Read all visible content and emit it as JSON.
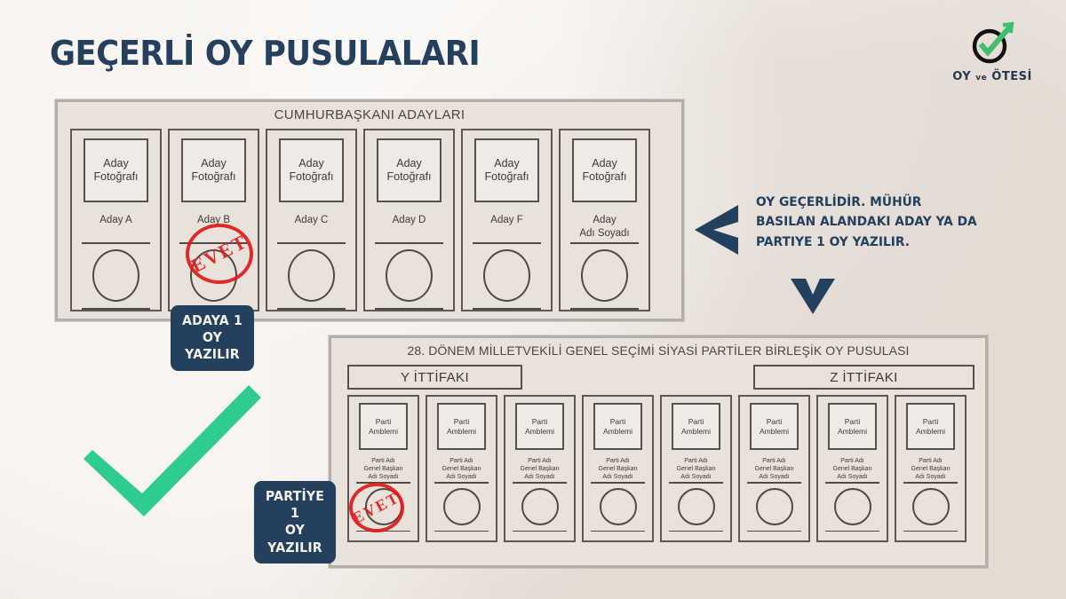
{
  "page": {
    "title": "GEÇERLİ OY PUSULALARI",
    "background_color": "#EFE8E1",
    "accent_navy": "#24405F",
    "accent_green": "#2ECC8F",
    "stamp_red": "#E01B1B"
  },
  "logo": {
    "name": "oy-ve-otesi-logo",
    "word1": "OY",
    "word2": "ve",
    "word3": "ÖTESİ",
    "check_color": "#3FBF6F",
    "ring_color": "#111111"
  },
  "presidential_ballot": {
    "title": "CUMHURBAŞKANI ADAYLARI",
    "emblem_label_line1": "Aday",
    "emblem_label_line2": "Fotoğrafı",
    "candidates": [
      {
        "name": "Aday A",
        "stamped": false
      },
      {
        "name": "Aday B",
        "stamped": true
      },
      {
        "name": "Aday C",
        "stamped": false
      },
      {
        "name": "Aday D",
        "stamped": false
      },
      {
        "name": "Aday F",
        "stamped": false
      },
      {
        "name": "Aday\nAdı Soyadı",
        "stamped": false
      }
    ]
  },
  "parliament_ballot": {
    "title": "28. DÖNEM MİLLETVEKİLİ GENEL SEÇİMİ SİYASİ PARTİLER BİRLEŞİK OY PUSULASI",
    "alliances": [
      {
        "label": "Y İTTİFAKI"
      },
      {
        "label": "Z İTTİFAKI"
      }
    ],
    "emblem_label_line1": "Parti",
    "emblem_label_line2": "Amblemi",
    "party_name_lines": "Parti Adı\nGenel Başkan\nAdı Soyadı",
    "parties": [
      {
        "stamped": true
      },
      {
        "stamped": false
      },
      {
        "stamped": false
      },
      {
        "stamped": false
      },
      {
        "stamped": false
      },
      {
        "stamped": false
      },
      {
        "stamped": false
      },
      {
        "stamped": false
      }
    ]
  },
  "stamps": {
    "presidential_label": "EVET",
    "parliament_label": "EVET"
  },
  "badges": {
    "candidate": "ADAYA 1\nOY YAZILIR",
    "party": "PARTİYE 1\nOY YAZILIR"
  },
  "note": {
    "text": "OY GEÇERLİDİR. MÜHÜR BASILAN ALANDAKI ADAY YA DA PARTIYE 1 OY YAZILIR."
  },
  "icons": {
    "chevron_left": "chevron-left-icon",
    "chevron_down": "chevron-down-icon",
    "big_check": "check-mark-icon"
  }
}
